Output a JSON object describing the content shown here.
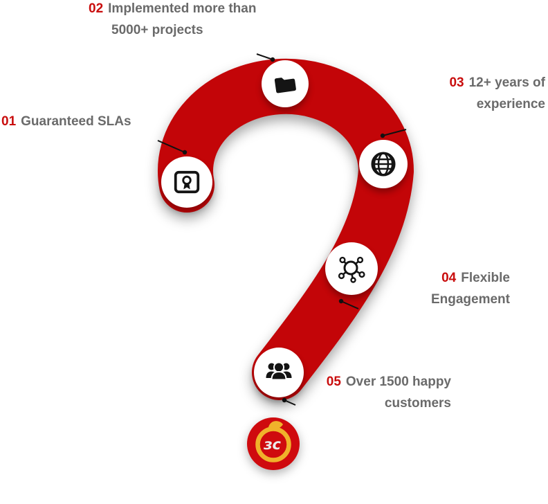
{
  "title": "Why choose us question-mark infographic",
  "colors": {
    "background": "#ffffff",
    "question_red": "#c30508",
    "number_red": "#c90d0d",
    "label_gray": "#6a6a6a",
    "icon_black": "#141414",
    "leader_black": "#111111",
    "circle_white": "#ffffff",
    "logo_red": "#cf0a0e",
    "logo_gold": "#f0b22b",
    "logo_mark": "#ececec"
  },
  "labels": [
    {
      "number": "01",
      "text": "Guaranteed SLAs"
    },
    {
      "number": "02",
      "text": "Implemented more than\n5000+ projects"
    },
    {
      "number": "03",
      "text": "12+ years of\nexperience"
    },
    {
      "number": "04",
      "text": "Flexible\nEngagement"
    },
    {
      "number": "05",
      "text": "Over 1500 happy\ncustomers"
    }
  ],
  "icons": [
    {
      "name": "certificate-icon",
      "label_ref": "01"
    },
    {
      "name": "folder-icon",
      "label_ref": "02"
    },
    {
      "name": "globe-icon",
      "label_ref": "03"
    },
    {
      "name": "network-icon",
      "label_ref": "04"
    },
    {
      "name": "people-icon",
      "label_ref": "05"
    }
  ],
  "logo": {
    "monogram": "ɜc"
  }
}
